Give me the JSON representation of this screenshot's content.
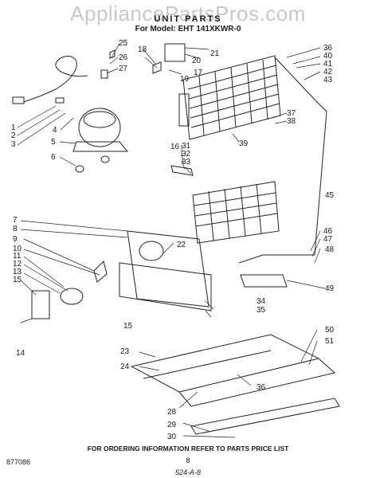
{
  "header": {
    "watermark": "AppliancePartsPros.com",
    "title": "UNIT PARTS",
    "model_line": "For Model: EHT 141XKWR-0"
  },
  "callouts": [
    "1",
    "2",
    "3",
    "4",
    "5",
    "6",
    "7",
    "8",
    "9",
    "10",
    "11",
    "12",
    "13",
    "14",
    "15",
    "15",
    "16",
    "17",
    "18",
    "19",
    "20",
    "21",
    "22",
    "23",
    "24",
    "25",
    "26",
    "27",
    "28",
    "29",
    "30",
    "31",
    "32",
    "33",
    "34",
    "35",
    "36",
    "36",
    "37",
    "38",
    "39",
    "40",
    "41",
    "42",
    "43",
    "45",
    "46",
    "47",
    "48",
    "49",
    "50",
    "51"
  ],
  "footer": {
    "figure_code": "877086",
    "ordering_note": "FOR ORDERING INFORMATION REFER TO PARTS PRICE LIST",
    "page_number": "8",
    "signature": "524-A-8"
  }
}
